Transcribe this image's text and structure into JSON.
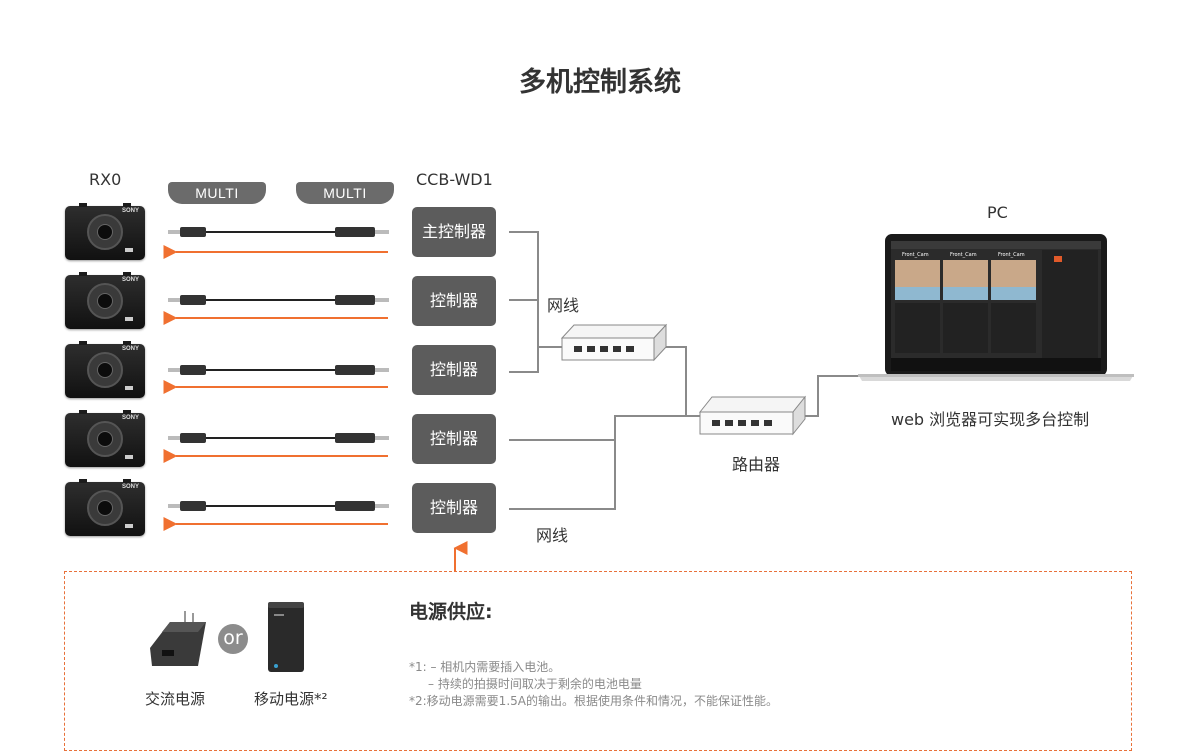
{
  "title": "多机控制系统",
  "labels": {
    "rx0": "RX0",
    "ccb": "CCB-WD1",
    "pc": "PC",
    "multi": [
      "MULTI",
      "MULTI"
    ],
    "network_cable_1": "网线",
    "network_cable_2": "网线",
    "router": "路由器",
    "web_control": "web 浏览器可实现多台控制"
  },
  "controllers": [
    "主控制器",
    "控制器",
    "控制器",
    "控制器",
    "控制器"
  ],
  "camera_brand": "SONY",
  "power": {
    "heading": "电源供应:",
    "ac": "交流电源",
    "or": "or",
    "mobile": "移动电源*²",
    "notes": [
      "*1: – 相机内需要插入电池。",
      "– 持续的拍摄时间取决于剩余的电池电量",
      "*2:移动电源需要1.5A的输出。根据使用条件和情况，不能保证性能。"
    ]
  },
  "laptop_screen": {
    "cam_label": "Front_Cam"
  },
  "colors": {
    "accent": "#f07030",
    "controller": "#5c5c5c",
    "line": "#8a8a8a"
  }
}
